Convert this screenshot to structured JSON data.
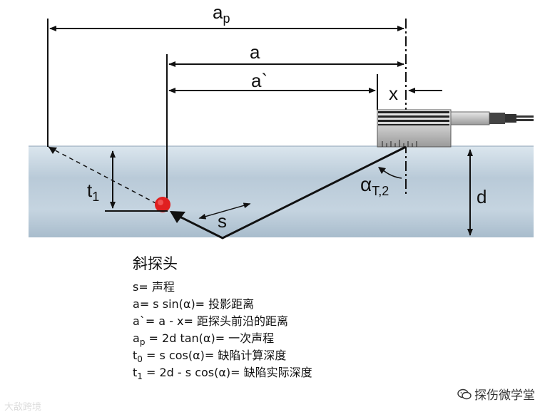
{
  "diagram": {
    "labels": {
      "ap_main": "a",
      "ap_sub": "p",
      "a": "a",
      "a_prime": "a`",
      "x": "x",
      "t1_main": "t",
      "t1_sub": "1",
      "s": "s",
      "alpha_main": "α",
      "alpha_sub": "T,2",
      "d": "d"
    },
    "colors": {
      "specimen_light": "#c7d6e2",
      "specimen_dark": "#9fb3c6",
      "defect": "#e02020",
      "line": "#111111",
      "probe_body": "#d8d8d8",
      "cable": "#555555"
    }
  },
  "legend": {
    "title": "斜探头",
    "lines": [
      {
        "sym": "s",
        "sub": "",
        "text": "= 声程"
      },
      {
        "sym": "a",
        "sub": "",
        "text": "= s sin(α)= 投影距离"
      },
      {
        "sym": "a`",
        "sub": "",
        "text": "= a - x= 距探头前沿的距离"
      },
      {
        "sym": "a",
        "sub": "p",
        "text": "  = 2d tan(α)= 一次声程"
      },
      {
        "sym": "t",
        "sub": "0",
        "text": "  = s cos(α)= 缺陷计算深度"
      },
      {
        "sym": "t",
        "sub": "1",
        "text": "  = 2d - s cos(α)= 缺陷实际深度"
      }
    ]
  },
  "watermarks": {
    "left": "大敌跨境",
    "right": "探伤微学堂"
  }
}
